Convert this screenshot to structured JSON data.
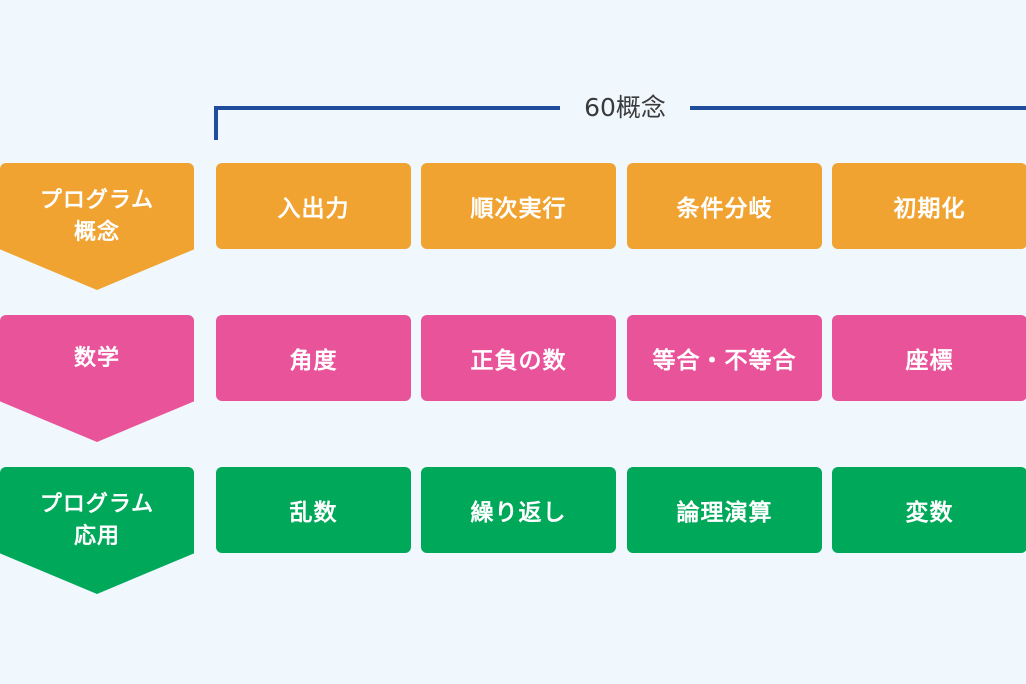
{
  "bracket": {
    "label": "60概念",
    "color": "#1f4d9c"
  },
  "rows": [
    {
      "category": "プログラム\n概念",
      "color": "#f0a330",
      "concepts": [
        "入出力",
        "順次実行",
        "条件分岐",
        "初期化"
      ]
    },
    {
      "category": "数学",
      "color": "#e8539a",
      "concepts": [
        "角度",
        "正負の数",
        "等合・不等合",
        "座標"
      ]
    },
    {
      "category": "プログラム\n応用",
      "color": "#00a85a",
      "concepts": [
        "乱数",
        "繰り返し",
        "論理演算",
        "変数"
      ]
    }
  ]
}
